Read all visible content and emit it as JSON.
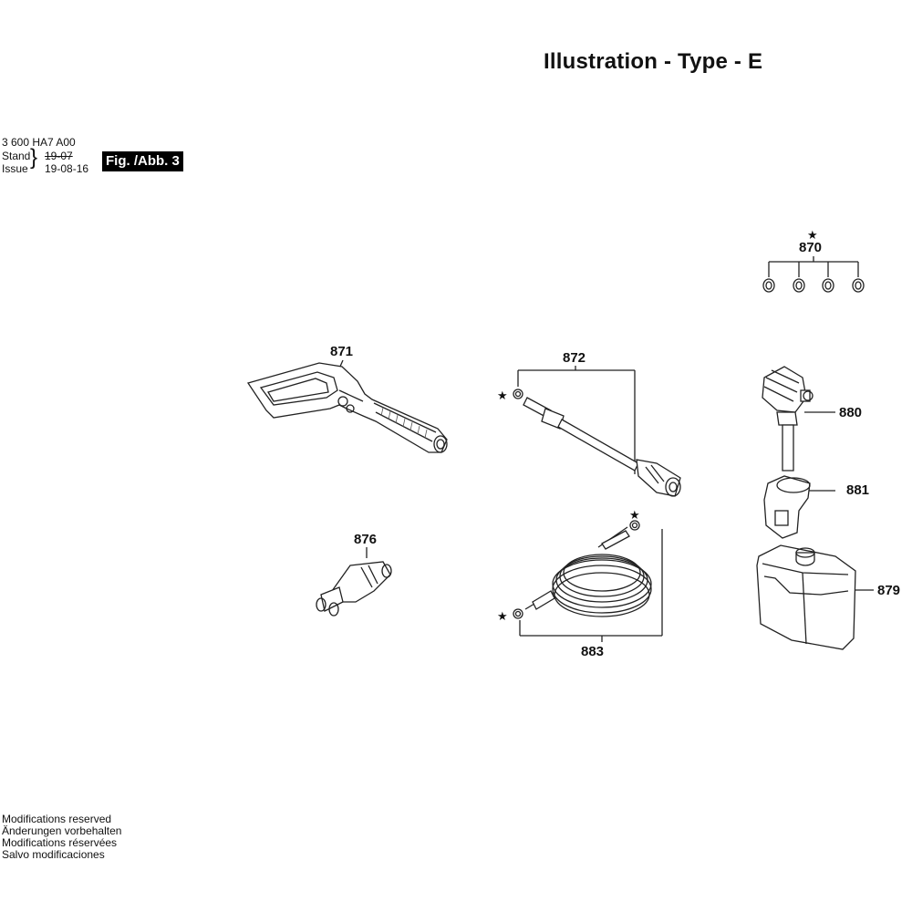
{
  "title": "Illustration - Type - E",
  "header": {
    "part_number": "3 600 HA7 A00",
    "stand_label": "Stand",
    "issue_label": "Issue",
    "old_date": "19-07",
    "issue_date": "19-08-16",
    "fig_label": "Fig. /Abb. 3"
  },
  "parts": {
    "p870": "870",
    "p871": "871",
    "p872": "872",
    "p876": "876",
    "p879": "879",
    "p880": "880",
    "p881": "881",
    "p883": "883"
  },
  "star": "★",
  "footer": [
    "Modifications reserved",
    "Änderungen vorbehalten",
    "Modifications réservées",
    "Salvo modificaciones"
  ]
}
